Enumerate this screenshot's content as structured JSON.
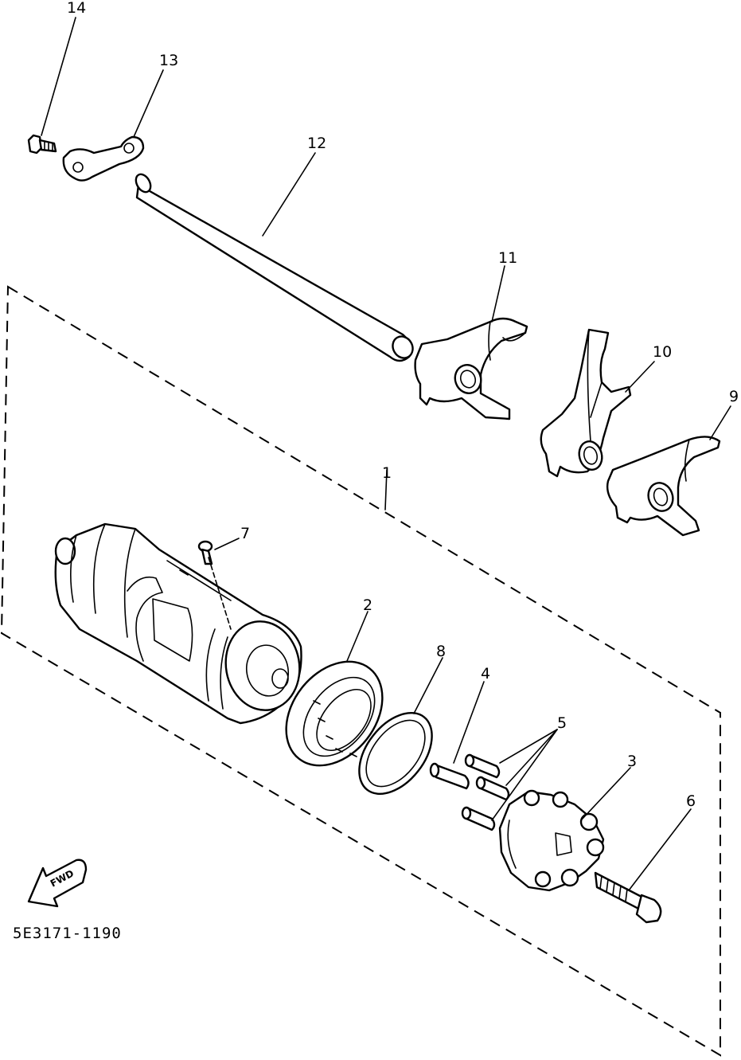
{
  "callouts": {
    "c1": "1",
    "c2": "2",
    "c3": "3",
    "c4": "4",
    "c5": "5",
    "c6": "6",
    "c7": "7",
    "c8": "8",
    "c9": "9",
    "c10": "10",
    "c11": "11",
    "c12": "12",
    "c13": "13",
    "c14": "14"
  },
  "fwd_label": "FWD",
  "diagram_code": "5E3171-1190"
}
